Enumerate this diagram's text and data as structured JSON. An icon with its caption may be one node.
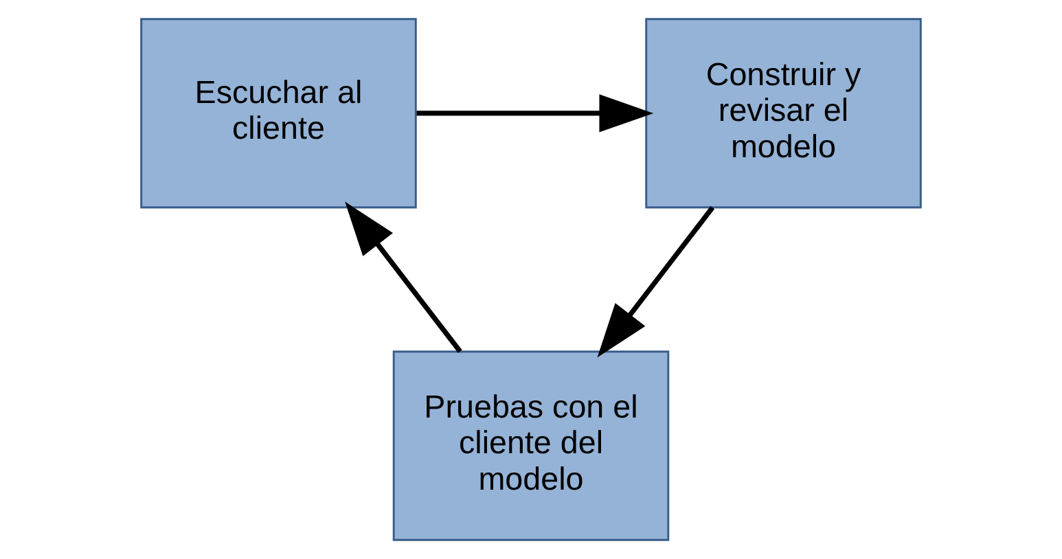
{
  "diagram": {
    "nodes": [
      {
        "text": [
          "Escuchar al cliente"
        ]
      },
      {
        "text": [
          "Construir y revisar el modelo"
        ]
      },
      {
        "text": [
          "Pruebas con el cliente del modelo"
        ]
      }
    ],
    "edges": [
      {
        "from": 0,
        "to": 1,
        "arrow": "to"
      },
      {
        "from": 1,
        "to": 2,
        "arrow": "to"
      },
      {
        "from": 2,
        "to": 0,
        "arrow": "to"
      }
    ]
  }
}
